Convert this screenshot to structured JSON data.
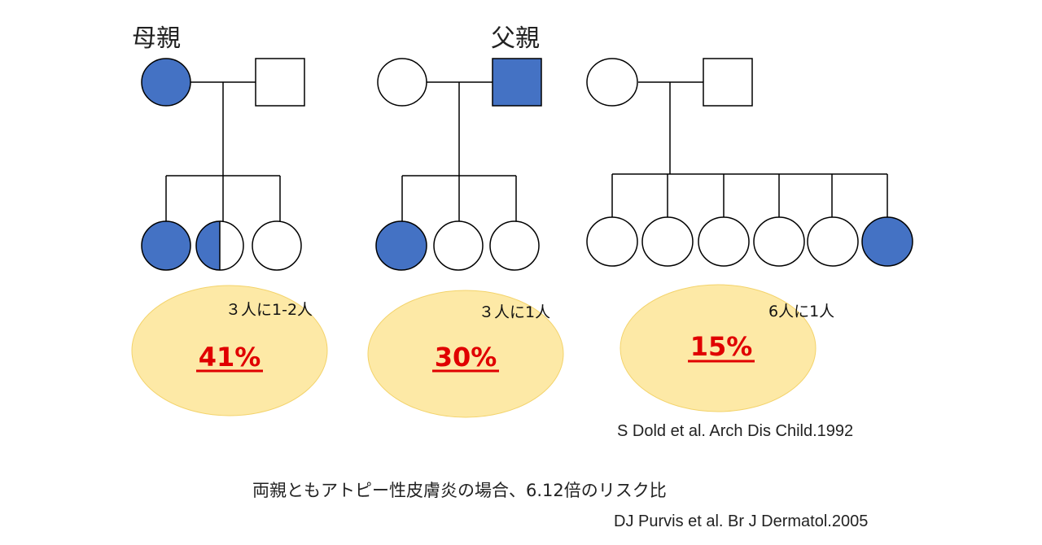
{
  "labels": {
    "mother": "母親",
    "father": "父親"
  },
  "families": [
    {
      "ratio_text": "３人に1-2人",
      "percent": "41%"
    },
    {
      "ratio_text": "３人に1人",
      "percent": "30%"
    },
    {
      "ratio_text": "6人に1人",
      "percent": "15%"
    }
  ],
  "citations": {
    "dold": "S Dold et al. Arch Dis Child.1992",
    "purvis": "DJ Purvis et al. Br J Dermatol.2005"
  },
  "footer_note": "両親ともアトピー性皮膚炎の場合、6.12倍のリスク比",
  "colors": {
    "affected_fill": "#4472c4",
    "ellipse_fill": "#fde9a6",
    "ellipse_stroke": "#f3d36b",
    "percent_text": "#e00000",
    "line": "#000000"
  }
}
